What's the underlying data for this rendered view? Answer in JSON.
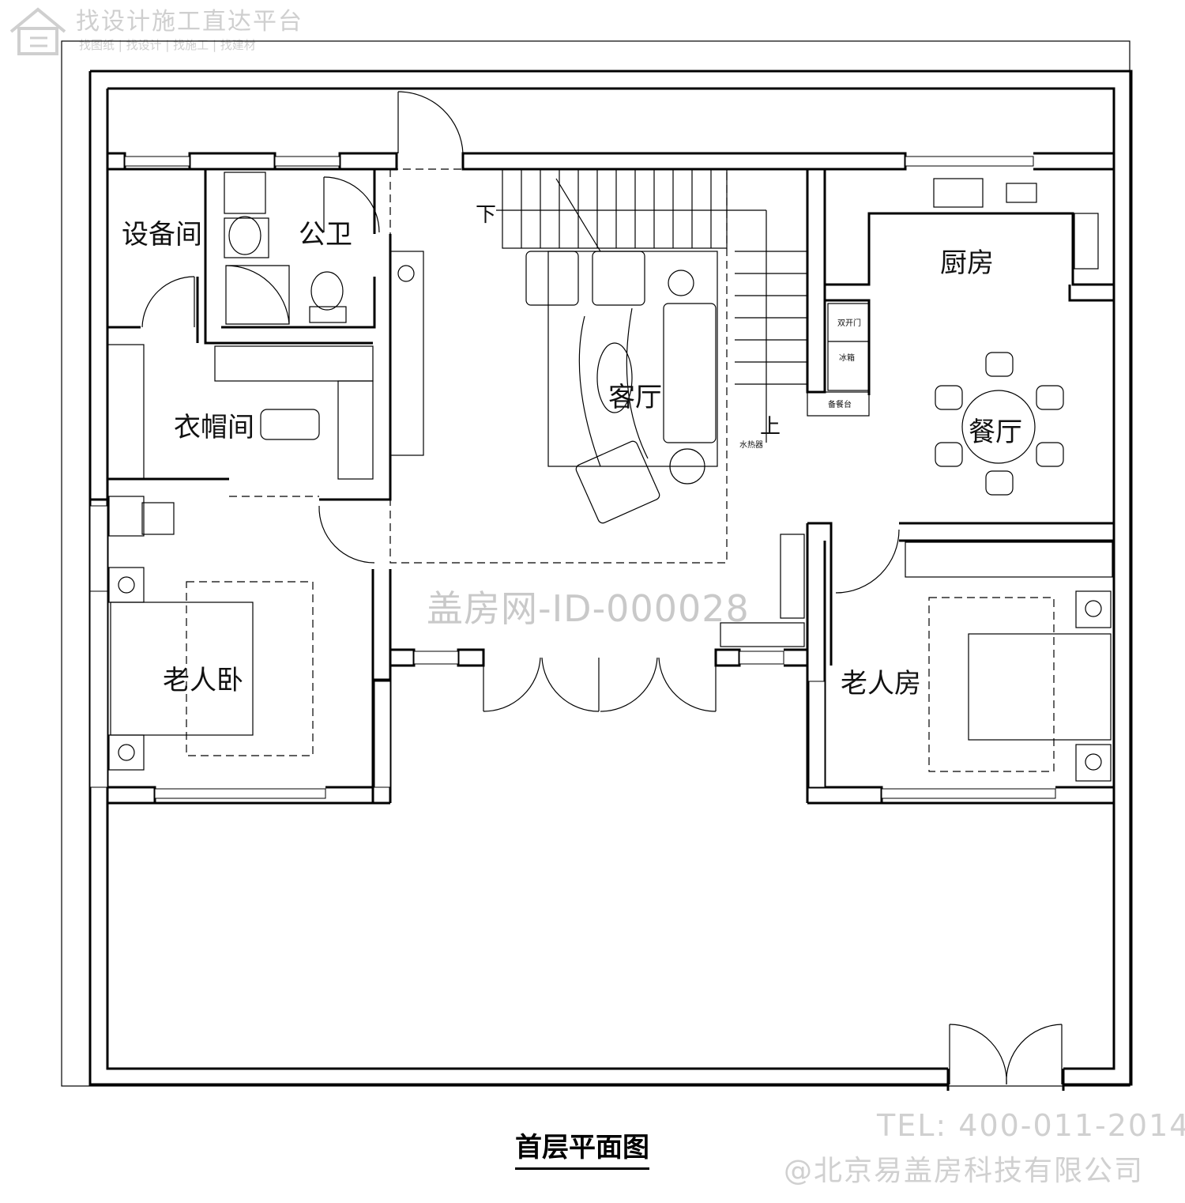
{
  "brand": {
    "title": "找设计施工直达平台",
    "links": "找图纸 | 找设计 | 找施工 | 找建材"
  },
  "watermark": "盖房网-ID-000028",
  "rooms": {
    "equipment": "设备间",
    "public_bath": "公卫",
    "cloakroom": "衣帽间",
    "living": "客厅",
    "kitchen": "厨房",
    "dining": "餐厅",
    "elder_bedroom": "老人卧",
    "elder_room": "老人房"
  },
  "stairs": {
    "down": "下",
    "up": "上"
  },
  "appliances": {
    "fridge_top": "双开门",
    "fridge_bottom": "冰箱",
    "counter": "备餐台",
    "heater": "水热器"
  },
  "plan_title": "首层平面图",
  "contact": {
    "tel": "TEL: 400-011-2014",
    "company": "@北京易盖房科技有限公司"
  }
}
